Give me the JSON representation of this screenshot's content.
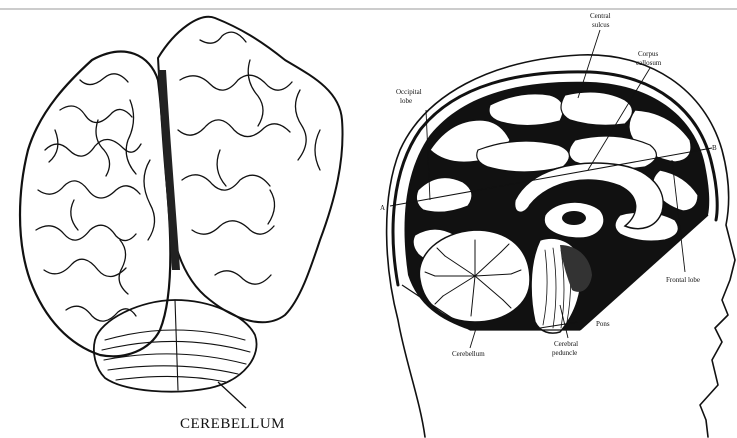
{
  "left_figure": {
    "label": "CEREBELLUM"
  },
  "right_figure": {
    "labels": {
      "central_sulcus_line1": "Central",
      "central_sulcus_line2": "sulcus",
      "corpus_callosum_line1": "Corpus",
      "corpus_callosum_line2": "callosum",
      "occipital_lobe_line1": "Occipital",
      "occipital_lobe_line2": "lobe",
      "marker_a": "A",
      "marker_b": "B",
      "frontal_lobe": "Frontal lobe",
      "pons": "Pons",
      "cerebellum": "Cerebellum",
      "cerebral_peduncle_line1": "Cerebral",
      "cerebral_peduncle_line2": "peduncle"
    }
  }
}
